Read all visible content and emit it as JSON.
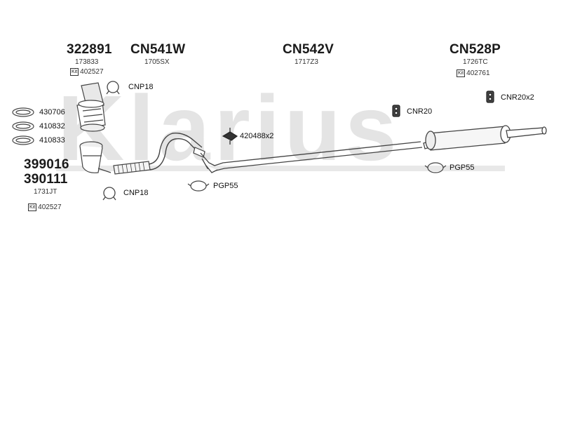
{
  "watermark": "Klarius",
  "colors": {
    "watermark": "#e4e4e4",
    "line": "#444444",
    "text": "#1a1a1a"
  },
  "groups": {
    "g322891": {
      "code": "322891",
      "ref": "173833",
      "kit": "Kit",
      "kit_ref": "402527"
    },
    "cn541w": {
      "code": "CN541W",
      "ref": "1705SX"
    },
    "cn542v": {
      "code": "CN542V",
      "ref": "1717Z3"
    },
    "cn528p": {
      "code": "CN528P",
      "ref": "1726TC",
      "kit": "Kit",
      "kit_ref": "402761"
    },
    "g399016": {
      "code": "399016"
    },
    "g390111": {
      "code": "390111",
      "ref": "1731JT",
      "kit": "Kit",
      "kit_ref": "402527"
    }
  },
  "parts": {
    "cnp18_top": "CNP18",
    "cnp18_bottom": "CNP18",
    "ring_1": "430706",
    "ring_2": "410832",
    "ring_3": "410833",
    "mount_420488": "420488x2",
    "pgp55_left": "PGP55",
    "pgp55_right": "PGP55",
    "cnr20": "CNR20",
    "cnr20x2": "CNR20x2"
  }
}
